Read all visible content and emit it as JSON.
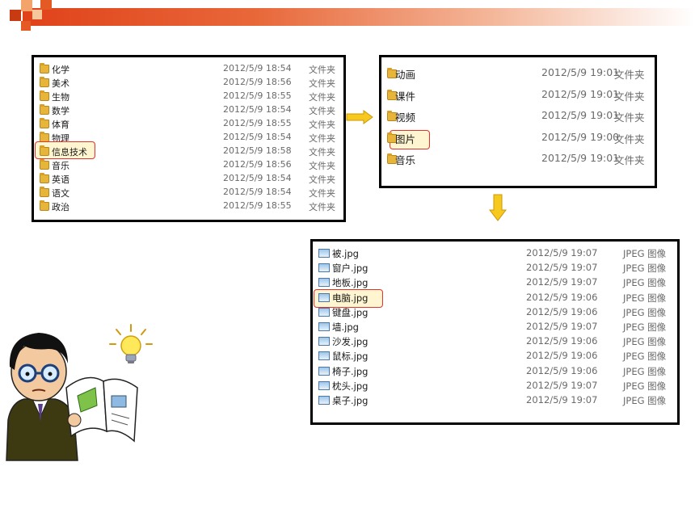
{
  "header": {
    "colors": {
      "bar_start": "#e0421a",
      "bar_end": "#ffffff",
      "square_dark": "#c83a12",
      "square_light": "#f2a46a"
    }
  },
  "panel_subjects": {
    "rows": [
      {
        "name": "化学",
        "date": "2012/5/9 18:54",
        "type": "文件夹"
      },
      {
        "name": "美术",
        "date": "2012/5/9 18:56",
        "type": "文件夹"
      },
      {
        "name": "生物",
        "date": "2012/5/9 18:55",
        "type": "文件夹"
      },
      {
        "name": "数学",
        "date": "2012/5/9 18:54",
        "type": "文件夹"
      },
      {
        "name": "体育",
        "date": "2012/5/9 18:55",
        "type": "文件夹"
      },
      {
        "name": "物理",
        "date": "2012/5/9 18:54",
        "type": "文件夹"
      },
      {
        "name": "信息技术",
        "date": "2012/5/9 18:58",
        "type": "文件夹",
        "highlighted": true
      },
      {
        "name": "音乐",
        "date": "2012/5/9 18:56",
        "type": "文件夹"
      },
      {
        "name": "英语",
        "date": "2012/5/9 18:54",
        "type": "文件夹"
      },
      {
        "name": "语文",
        "date": "2012/5/9 18:54",
        "type": "文件夹"
      },
      {
        "name": "政治",
        "date": "2012/5/9 18:55",
        "type": "文件夹"
      }
    ]
  },
  "panel_it": {
    "rows": [
      {
        "name": "动画",
        "date": "2012/5/9 19:01",
        "type": "文件夹"
      },
      {
        "name": "课件",
        "date": "2012/5/9 19:01",
        "type": "文件夹"
      },
      {
        "name": "视频",
        "date": "2012/5/9 19:01",
        "type": "文件夹"
      },
      {
        "name": "图片",
        "date": "2012/5/9 19:00",
        "type": "文件夹",
        "highlighted": true
      },
      {
        "name": "音乐",
        "date": "2012/5/9 19:01",
        "type": "文件夹"
      }
    ]
  },
  "panel_images": {
    "rows": [
      {
        "name": "被.jpg",
        "date": "2012/5/9 19:07",
        "type": "JPEG 图像"
      },
      {
        "name": "窗户.jpg",
        "date": "2012/5/9 19:07",
        "type": "JPEG 图像"
      },
      {
        "name": "地板.jpg",
        "date": "2012/5/9 19:07",
        "type": "JPEG 图像"
      },
      {
        "name": "电脑.jpg",
        "date": "2012/5/9 19:06",
        "type": "JPEG 图像",
        "highlighted": true
      },
      {
        "name": "键盘.jpg",
        "date": "2012/5/9 19:06",
        "type": "JPEG 图像"
      },
      {
        "name": "墙.jpg",
        "date": "2012/5/9 19:07",
        "type": "JPEG 图像"
      },
      {
        "name": "沙发.jpg",
        "date": "2012/5/9 19:06",
        "type": "JPEG 图像"
      },
      {
        "name": "鼠标.jpg",
        "date": "2012/5/9 19:06",
        "type": "JPEG 图像"
      },
      {
        "name": "椅子.jpg",
        "date": "2012/5/9 19:06",
        "type": "JPEG 图像"
      },
      {
        "name": "枕头.jpg",
        "date": "2012/5/9 19:07",
        "type": "JPEG 图像"
      },
      {
        "name": "桌子.jpg",
        "date": "2012/5/9 19:07",
        "type": "JPEG 图像"
      }
    ]
  },
  "icons": {
    "folder": "folder-icon",
    "image_file": "image-file-icon",
    "arrow_right": "arrow-right-icon",
    "arrow_down": "arrow-down-icon",
    "teacher": "teacher-illustration",
    "lightbulb": "lightbulb-icon"
  },
  "colors": {
    "highlight_border": "#e3332b",
    "highlight_fill": "#ffecaa",
    "arrow_fill": "#f7c81e",
    "folder": "#e6b53a"
  }
}
